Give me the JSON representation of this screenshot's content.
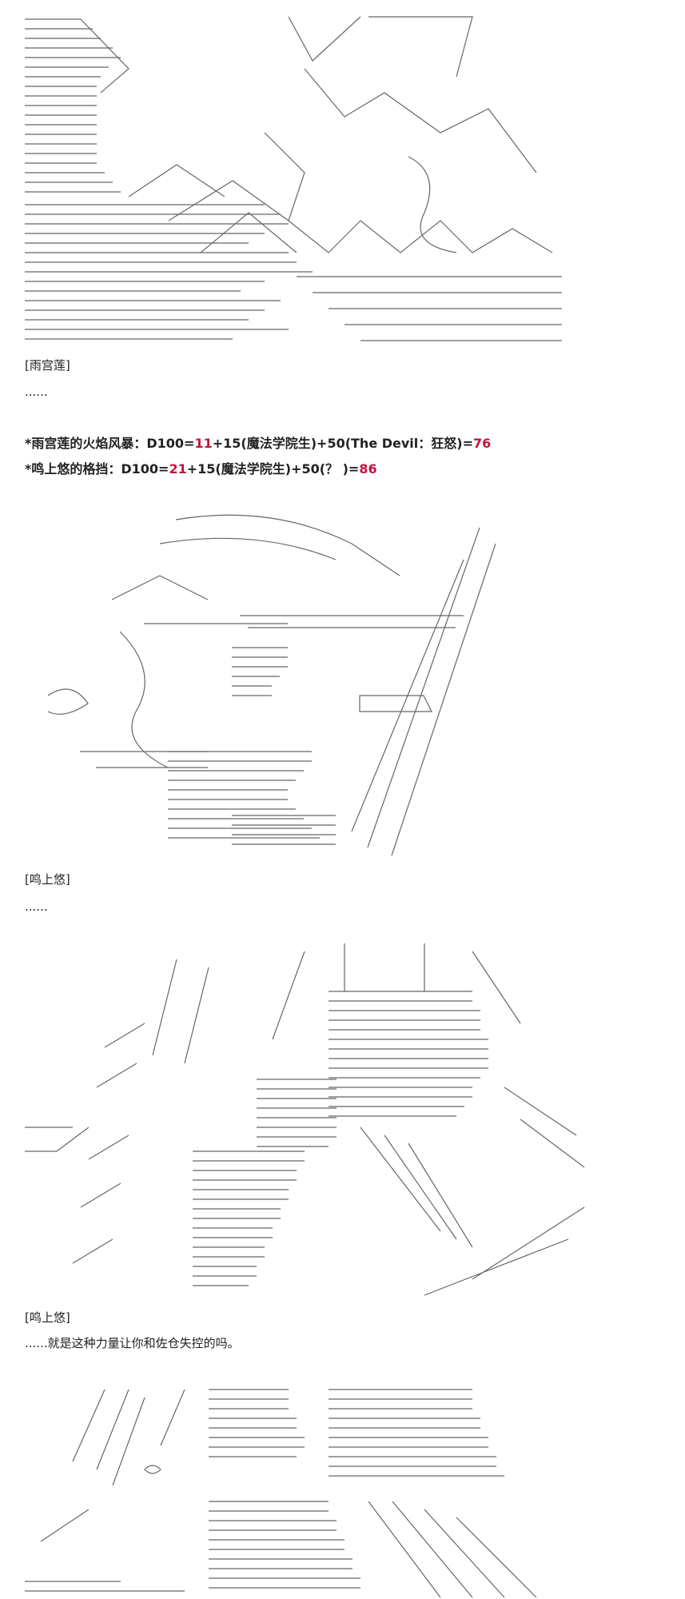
{
  "section1": {
    "speaker": "[雨宫莲]",
    "line": "......"
  },
  "rolls": [
    {
      "prefix": "*雨宫莲的火焰风暴：D100=",
      "die": "11",
      "middle": "+15(魔法学院生)+50(The Devil：狂怒)=",
      "total": "76"
    },
    {
      "prefix": "*鸣上悠的格挡：D100=",
      "die": "21",
      "middle": "+15(魔法学院生)+50(？ )=",
      "total": "86"
    }
  ],
  "section2": {
    "speaker": "[鸣上悠]",
    "line": "......"
  },
  "section3": {
    "speaker": "[鸣上悠]",
    "line": "......就是这种力量让你和佐仓失控的吗。"
  },
  "colors": {
    "highlight": "#c0143c",
    "art_stroke": "#555555"
  }
}
